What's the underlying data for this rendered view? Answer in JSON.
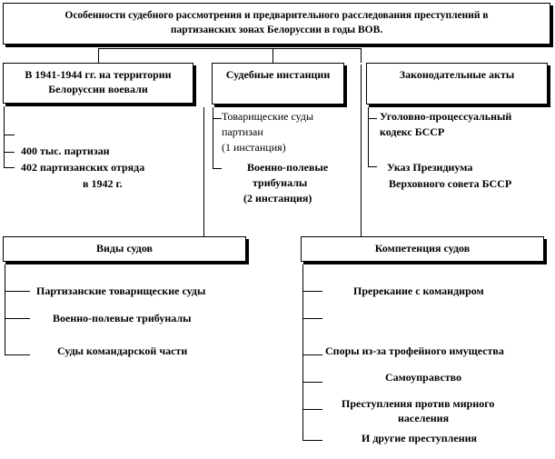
{
  "title": {
    "line1": "Особенности судебного рассмотрения и предварительного расследования преступлений в",
    "line2": "партизанских зонах Белоруссии в годы ВОВ."
  },
  "box_fighters": {
    "line1": "В 1941-1944 гг. на территории",
    "line2": "Белоруссии воевали",
    "items": [
      "400 тыс. партизан",
      "402 партизанских отряда",
      "в 1942 г."
    ]
  },
  "box_instances": {
    "label": "Судебные инстанции",
    "items": [
      "Товарищеские суды",
      "партизан",
      "(1 инстанция)",
      "Военно-полевые",
      "трибуналы",
      "(2 инстанция)"
    ]
  },
  "box_acts": {
    "label": "Законодательные акты",
    "items": [
      "Уголовно-процессуальный",
      "кодекс БССР",
      "Указ Президиума",
      "Верховного совета БССР"
    ]
  },
  "box_types": {
    "label": "Виды судов",
    "items": [
      "Партизанские товарищеские суды",
      "Военно-полевые  трибуналы",
      "Суды командарской части"
    ]
  },
  "box_competence": {
    "label": "Компетенция судов",
    "items": [
      "Пререкание с командиром",
      "Споры из-за трофейного имущества",
      "Самоуправство",
      "Преступления против  мирного",
      "населения",
      "И другие преступления"
    ]
  }
}
